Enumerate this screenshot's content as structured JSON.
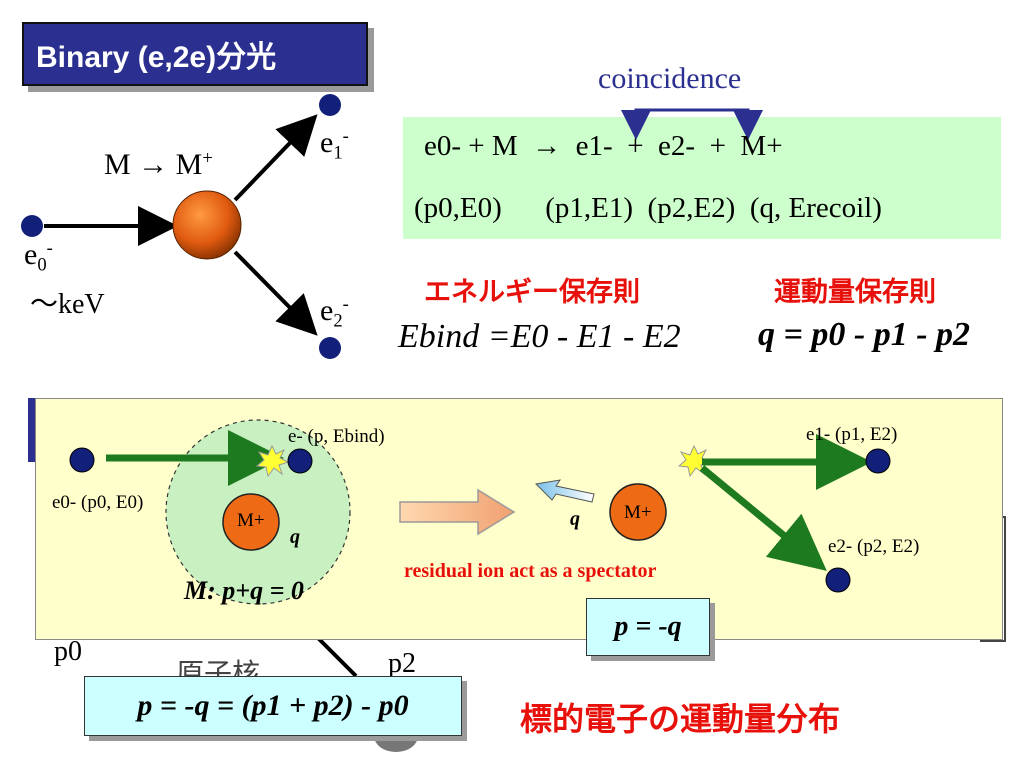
{
  "title": "Binary (e,2e)分光",
  "coincidence": "coincidence",
  "top_diagram": {
    "m_transition": "M → M",
    "m_plus_sup": "+",
    "e0_label": "e",
    "e0_sub": "0",
    "e0_sup": "-",
    "kev": "～keV",
    "e1_label": "e",
    "e1_sub": "1",
    "e1_sup": "-",
    "e2_label": "e",
    "e2_sub": "2",
    "e2_sup": "-"
  },
  "reaction": {
    "equation": "e0- + M  →  e1-  +  e2-  +  M+",
    "momenta": "(p0,E0)      (p1,E1)  (p2,E2)  (q, Erecoil)"
  },
  "energy_conservation": {
    "label": "エネルギー保存則",
    "formula": "Ebind =E0 - E1 - E2"
  },
  "momentum_conservation": {
    "label": "運動量保存則",
    "formula": "q = p0 - p1 - p2"
  },
  "lower_panel": {
    "incident": "e0- (p0, E0)",
    "target_electron": "e- (p, Ebind)",
    "ion": "M+",
    "q": "q",
    "atom_relation": "M: p+q = 0",
    "spectator_note": "residual ion act as a spectator",
    "ion_right": "M+",
    "q_right": "q",
    "scattered_1": "e1- (p1, E2)",
    "scattered_2": "e2- (p2, E2)",
    "p_eq_minus_q": "p = -q"
  },
  "background_fragments": {
    "p0": "p0",
    "nucleus": "原子核",
    "p2": "p2"
  },
  "bottom_formula": "p = -q = (p1 + p2) - p0",
  "bottom_caption": "標的電子の運動量分布",
  "colors": {
    "title_bg": "#2b2f8f",
    "green_box": "#ccffcc",
    "panel_bg": "#ffffcc",
    "formula_bg": "#ccffff",
    "red_text": "#e8100a",
    "electron": "#12207a",
    "ion": "#e8641a",
    "arrow_green": "#1e7a1e",
    "coincidence": "#2b2f8f"
  }
}
